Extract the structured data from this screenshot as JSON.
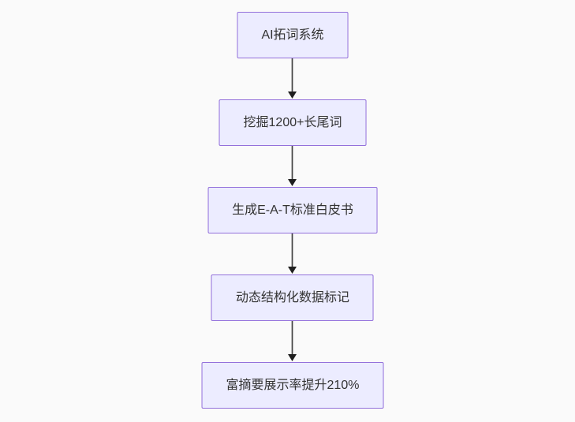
{
  "diagram": {
    "type": "flowchart",
    "direction": "top-down",
    "nodes": [
      {
        "id": "n1",
        "label": "AI拓词系统"
      },
      {
        "id": "n2",
        "label": "挖掘1200+长尾词"
      },
      {
        "id": "n3",
        "label": "生成E-A-T标准白皮书"
      },
      {
        "id": "n4",
        "label": "动态结构化数据标记"
      },
      {
        "id": "n5",
        "label": "富摘要展示率提升210%"
      }
    ],
    "edges": [
      {
        "from": "n1",
        "to": "n2"
      },
      {
        "from": "n2",
        "to": "n3"
      },
      {
        "from": "n3",
        "to": "n4"
      },
      {
        "from": "n4",
        "to": "n5"
      }
    ],
    "colors": {
      "background": "#fafafa",
      "node_fill": "#ECECFF",
      "node_border": "#9370DB",
      "node_text": "#333333",
      "edge_line": "#404040"
    }
  }
}
